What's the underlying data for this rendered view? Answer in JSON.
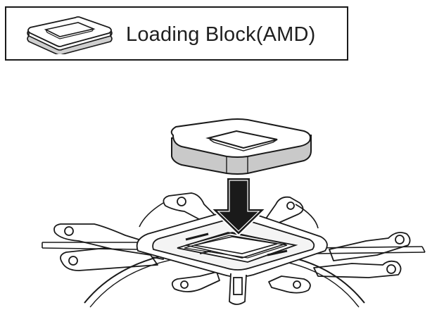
{
  "legend": {
    "label": "Loading Block(AMD)",
    "icon": "loading-block-icon"
  },
  "diagram": {
    "parts": [
      "loading-block",
      "down-arrow",
      "mounting-bracket",
      "cpu-socket"
    ],
    "colors": {
      "stroke": "#1a1a1a",
      "block_side": "#c9c9c9",
      "arrow": "#1a1a1a"
    }
  }
}
